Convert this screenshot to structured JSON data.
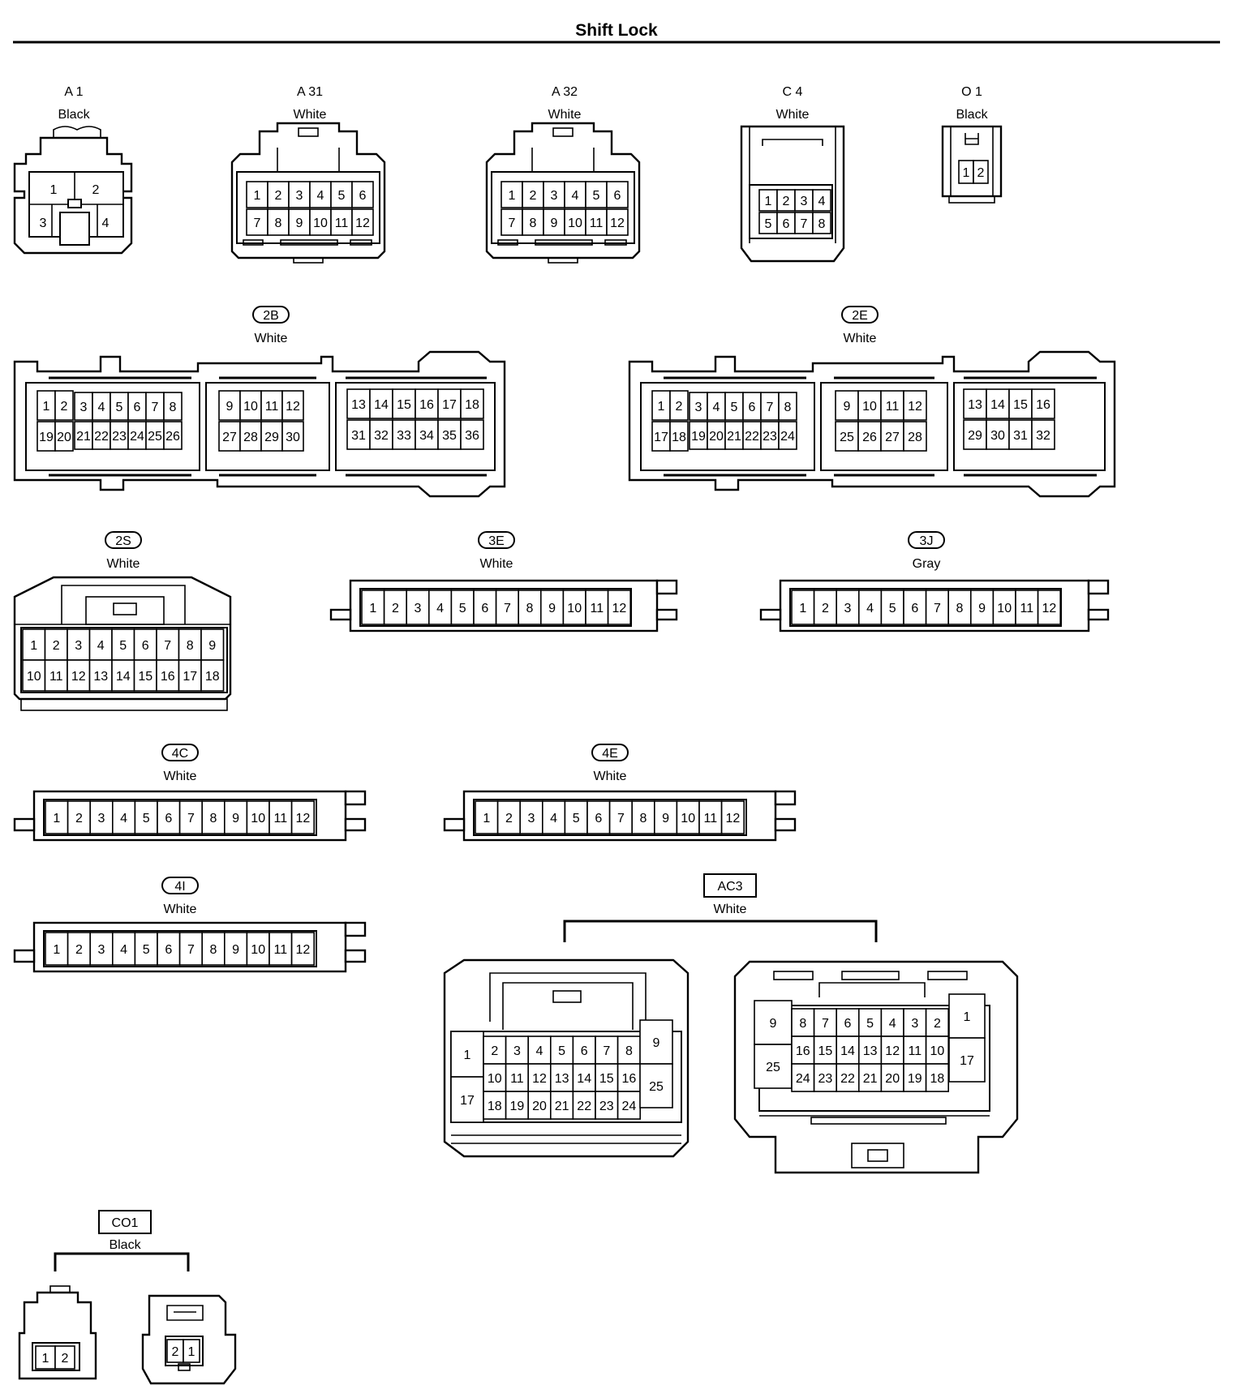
{
  "title": "Shift Lock",
  "connectors": [
    {
      "id": "A1",
      "code": "A 1",
      "color": "Black",
      "boxed": false,
      "pins": [
        [
          "1",
          "2"
        ],
        [
          "3",
          "4"
        ]
      ]
    },
    {
      "id": "A31",
      "code": "A 31",
      "color": "White",
      "boxed": false,
      "pins": [
        [
          "1",
          "2",
          "3",
          "4",
          "5",
          "6"
        ],
        [
          "7",
          "8",
          "9",
          "10",
          "11",
          "12"
        ]
      ]
    },
    {
      "id": "A32",
      "code": "A 32",
      "color": "White",
      "boxed": false,
      "pins": [
        [
          "1",
          "2",
          "3",
          "4",
          "5",
          "6"
        ],
        [
          "7",
          "8",
          "9",
          "10",
          "11",
          "12"
        ]
      ]
    },
    {
      "id": "C4",
      "code": "C 4",
      "color": "White",
      "boxed": false,
      "pins": [
        [
          "1",
          "2",
          "3",
          "4"
        ],
        [
          "5",
          "6",
          "7",
          "8"
        ]
      ]
    },
    {
      "id": "O1",
      "code": "O 1",
      "color": "Black",
      "boxed": false,
      "pins": [
        [
          "1",
          "2"
        ]
      ]
    },
    {
      "id": "2B",
      "code": "2B",
      "color": "White",
      "boxed": false,
      "pill": true,
      "groups": [
        {
          "top": [
            "1",
            "2",
            "3",
            "4",
            "5",
            "6",
            "7",
            "8"
          ],
          "bottom": [
            "19",
            "20",
            "21",
            "22",
            "23",
            "24",
            "25",
            "26"
          ]
        },
        {
          "top": [
            "9",
            "10",
            "11",
            "12"
          ],
          "bottom": [
            "27",
            "28",
            "29",
            "30"
          ]
        },
        {
          "top": [
            "13",
            "14",
            "15",
            "16",
            "17",
            "18"
          ],
          "bottom": [
            "31",
            "32",
            "33",
            "34",
            "35",
            "36"
          ]
        }
      ]
    },
    {
      "id": "2E",
      "code": "2E",
      "color": "White",
      "boxed": false,
      "pill": true,
      "groups": [
        {
          "top": [
            "1",
            "2",
            "3",
            "4",
            "5",
            "6",
            "7",
            "8"
          ],
          "bottom": [
            "17",
            "18",
            "19",
            "20",
            "21",
            "22",
            "23",
            "24"
          ]
        },
        {
          "top": [
            "9",
            "10",
            "11",
            "12"
          ],
          "bottom": [
            "25",
            "26",
            "27",
            "28"
          ]
        },
        {
          "top": [
            "13",
            "14",
            "15",
            "16"
          ],
          "bottom": [
            "29",
            "30",
            "31",
            "32"
          ]
        }
      ]
    },
    {
      "id": "2S",
      "code": "2S",
      "color": "White",
      "pill": true,
      "pins": [
        [
          "1",
          "2",
          "3",
          "4",
          "5",
          "6",
          "7",
          "8",
          "9"
        ],
        [
          "10",
          "11",
          "12",
          "13",
          "14",
          "15",
          "16",
          "17",
          "18"
        ]
      ]
    },
    {
      "id": "3E",
      "code": "3E",
      "color": "White",
      "pill": true,
      "pins": [
        [
          "1",
          "2",
          "3",
          "4",
          "5",
          "6",
          "7",
          "8",
          "9",
          "10",
          "11",
          "12"
        ]
      ]
    },
    {
      "id": "3J",
      "code": "3J",
      "color": "Gray",
      "pill": true,
      "pins": [
        [
          "1",
          "2",
          "3",
          "4",
          "5",
          "6",
          "7",
          "8",
          "9",
          "10",
          "11",
          "12"
        ]
      ]
    },
    {
      "id": "4C",
      "code": "4C",
      "color": "White",
      "pill": true,
      "pins": [
        [
          "1",
          "2",
          "3",
          "4",
          "5",
          "6",
          "7",
          "8",
          "9",
          "10",
          "11",
          "12"
        ]
      ]
    },
    {
      "id": "4E",
      "code": "4E",
      "color": "White",
      "pill": true,
      "pins": [
        [
          "1",
          "2",
          "3",
          "4",
          "5",
          "6",
          "7",
          "8",
          "9",
          "10",
          "11",
          "12"
        ]
      ]
    },
    {
      "id": "4I",
      "code": "4I",
      "color": "White",
      "pill": true,
      "pins": [
        [
          "1",
          "2",
          "3",
          "4",
          "5",
          "6",
          "7",
          "8",
          "9",
          "10",
          "11",
          "12"
        ]
      ]
    },
    {
      "id": "AC3",
      "code": "AC3",
      "color": "White",
      "boxed": true,
      "left": {
        "row1": [
          "2",
          "3",
          "4",
          "5",
          "6",
          "7",
          "8"
        ],
        "row2": [
          "10",
          "11",
          "12",
          "13",
          "14",
          "15",
          "16"
        ],
        "row3": [
          "18",
          "19",
          "20",
          "21",
          "22",
          "23",
          "24"
        ],
        "side_left": [
          "1",
          "17"
        ],
        "side_right": [
          "9",
          "25"
        ]
      },
      "right": {
        "row1": [
          "8",
          "7",
          "6",
          "5",
          "4",
          "3",
          "2"
        ],
        "row2": [
          "16",
          "15",
          "14",
          "13",
          "12",
          "11",
          "10"
        ],
        "row3": [
          "24",
          "23",
          "22",
          "21",
          "20",
          "19",
          "18"
        ],
        "side_left": [
          "9",
          "25"
        ],
        "side_right": [
          "1",
          "17"
        ]
      }
    },
    {
      "id": "CO1",
      "code": "CO1",
      "color": "Black",
      "boxed": true,
      "left_pins": [
        "1",
        "2"
      ],
      "right_pins": [
        "2",
        "1"
      ]
    }
  ]
}
